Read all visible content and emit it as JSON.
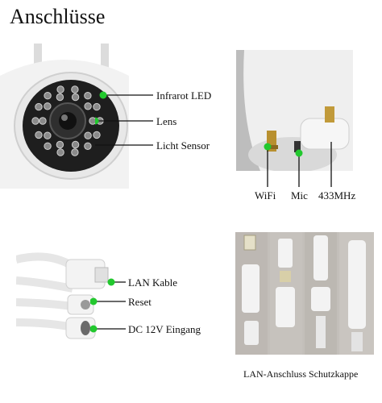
{
  "title": "Anschlüsse",
  "camera_panel": {
    "labels": [
      "Infrarot LED",
      "Lens",
      "Licht Sensor"
    ]
  },
  "antenna_panel": {
    "labels": [
      "WiFi",
      "Mic",
      "433MHz"
    ]
  },
  "cable_panel": {
    "labels": [
      "LAN Kable",
      "Reset",
      "DC 12V Eingang"
    ]
  },
  "cap_panel": {
    "caption": "LAN-Anschluss Schutzkappe"
  },
  "colors": {
    "accent": "#22c82e",
    "line": "#111111"
  }
}
